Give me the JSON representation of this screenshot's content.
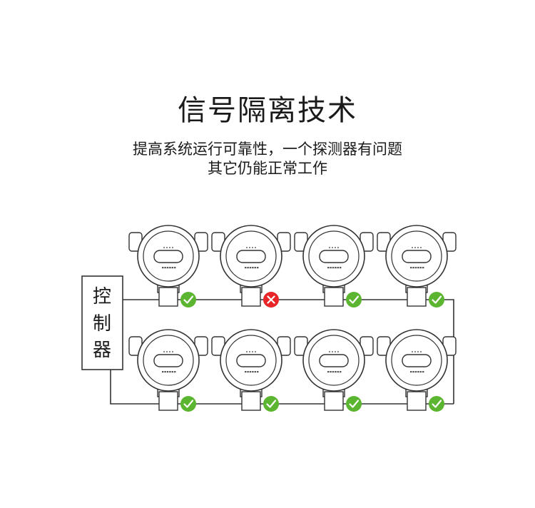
{
  "header": {
    "title": "信号隔离技术",
    "subtitle_line1": "提高系统运行可靠性，一个探测器有问题",
    "subtitle_line2": "其它仍能正常工作"
  },
  "controller": {
    "label_chars": [
      "控",
      "制",
      "器"
    ]
  },
  "detectors": [
    {
      "row": 1,
      "col": 1,
      "status": "ok"
    },
    {
      "row": 1,
      "col": 2,
      "status": "fault"
    },
    {
      "row": 1,
      "col": 3,
      "status": "ok"
    },
    {
      "row": 1,
      "col": 4,
      "status": "ok"
    },
    {
      "row": 2,
      "col": 1,
      "status": "ok"
    },
    {
      "row": 2,
      "col": 2,
      "status": "ok"
    },
    {
      "row": 2,
      "col": 3,
      "status": "ok"
    },
    {
      "row": 2,
      "col": 4,
      "status": "ok"
    }
  ],
  "colors": {
    "ok": "#5cb531",
    "fault": "#e8262a",
    "line": "#333333"
  },
  "icons": {
    "ok": "check-icon",
    "fault": "cross-icon"
  }
}
